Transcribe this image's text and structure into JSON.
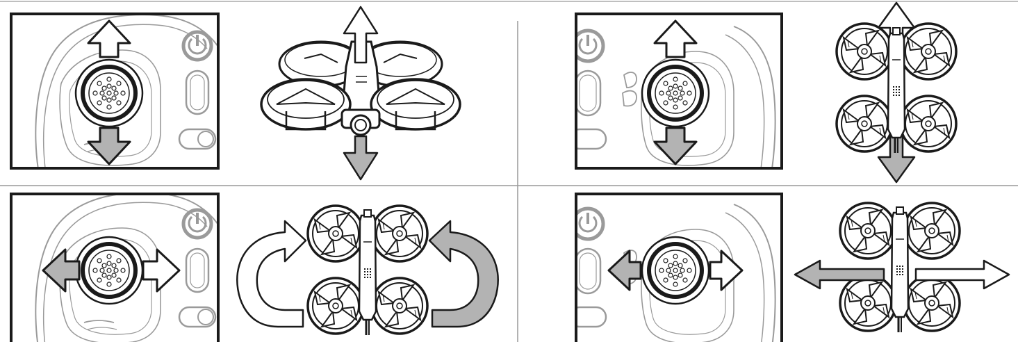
{
  "colors": {
    "line": "#1a1a1a",
    "controller_line": "#9a9a9a",
    "divider": "#999999",
    "fill_gray": "#b3b3b3",
    "fill_white": "#ffffff"
  },
  "panels": [
    {
      "id": "top-left",
      "controller": "left-stick",
      "stick_arrows": [
        "up-outline",
        "down-filled"
      ],
      "drone_view": "front-perspective",
      "drone_arrows": [
        "up-outline",
        "down-filled"
      ]
    },
    {
      "id": "top-right",
      "controller": "right-stick",
      "stick_arrows": [
        "up-outline",
        "down-filled"
      ],
      "drone_view": "top",
      "drone_arrows": [
        "up-outline",
        "down-filled"
      ]
    },
    {
      "id": "bottom-left",
      "controller": "left-stick",
      "stick_arrows": [
        "left-filled",
        "right-outline"
      ],
      "drone_view": "top",
      "drone_arrows": [
        "rotate-left-outline",
        "rotate-right-filled"
      ]
    },
    {
      "id": "bottom-right",
      "controller": "right-stick",
      "stick_arrows": [
        "left-filled",
        "right-outline"
      ],
      "drone_view": "top",
      "drone_arrows": [
        "left-filled",
        "right-outline"
      ]
    }
  ]
}
